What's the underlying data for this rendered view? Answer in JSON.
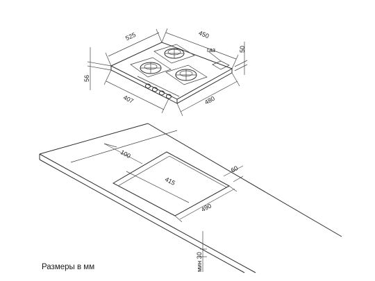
{
  "hob": {
    "dim_width": "525",
    "dim_depth": "450",
    "dim_height_back": "50",
    "dim_height_front": "56",
    "dim_front_width": "407",
    "dim_side_depth": "480",
    "gas_label": "газ"
  },
  "cutout": {
    "dim_offset_back": "100",
    "dim_width": "415",
    "dim_depth": "490",
    "dim_edge": "60",
    "dim_min_thickness": "мин 30"
  },
  "caption": "Размеры в мм"
}
